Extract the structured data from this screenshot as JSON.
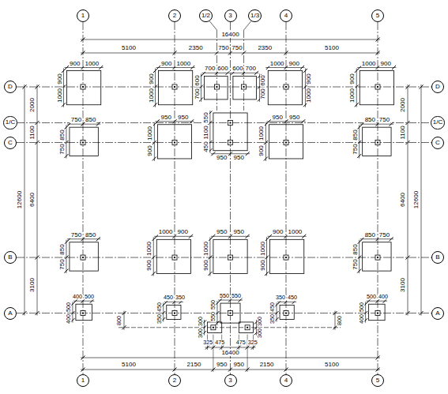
{
  "diagram": {
    "nodes": [
      {
        "text": [
          "1"
        ]
      },
      {
        "text": [
          "2"
        ]
      },
      {
        "text": [
          "1/2"
        ]
      },
      {
        "text": [
          "3"
        ]
      },
      {
        "text": [
          "1/3"
        ]
      },
      {
        "text": [
          "4"
        ]
      },
      {
        "text": [
          "5"
        ]
      },
      {
        "text": [
          "D"
        ]
      },
      {
        "text": [
          "D"
        ]
      },
      {
        "text": [
          "1/C"
        ]
      },
      {
        "text": [
          "1/C"
        ]
      },
      {
        "text": [
          "C"
        ]
      },
      {
        "text": [
          "C"
        ]
      },
      {
        "text": [
          "B"
        ]
      },
      {
        "text": [
          "B"
        ]
      },
      {
        "text": [
          "A"
        ]
      },
      {
        "text": [
          "A"
        ]
      },
      {
        "text": [
          "1"
        ]
      },
      {
        "text": [
          "2"
        ]
      },
      {
        "text": [
          "3"
        ]
      },
      {
        "text": [
          "4"
        ]
      },
      {
        "text": [
          "5"
        ]
      }
    ],
    "labels": [
      "16400",
      "5100",
      "2350",
      "750",
      "750",
      "2350",
      "5100",
      "325",
      "475",
      "475",
      "325",
      "16400",
      "5100",
      "2150",
      "950",
      "950",
      "2150",
      "5100",
      "2000",
      "1100",
      "6400",
      "3100",
      "12600",
      "2000",
      "1100",
      "6400",
      "3100",
      "12600",
      "800",
      "800",
      "900",
      "1000",
      "900",
      "1000",
      "900",
      "1000",
      "900",
      "1000",
      "700",
      "600",
      "600",
      "700",
      "600",
      "700",
      "600",
      "700",
      "1000",
      "900",
      "900",
      "1000",
      "1000",
      "900",
      "900",
      "1000",
      "950",
      "950",
      "550",
      "1100",
      "450",
      "750",
      "850",
      "850",
      "750",
      "950",
      "950",
      "1000",
      "900",
      "950",
      "950",
      "1000",
      "900",
      "850",
      "750",
      "850",
      "750",
      "750",
      "850",
      "850",
      "750",
      "1000",
      "900",
      "1000",
      "900",
      "950",
      "950",
      "1000",
      "900",
      "900",
      "1000",
      "1000",
      "900",
      "850",
      "750",
      "850",
      "750",
      "400",
      "500",
      "500",
      "400",
      "450",
      "350",
      "450",
      "350",
      "550",
      "550",
      "550",
      "550",
      "350",
      "450",
      "450",
      "350",
      "500",
      "400",
      "500",
      "400",
      "300",
      "300",
      "300",
      "300"
    ]
  }
}
